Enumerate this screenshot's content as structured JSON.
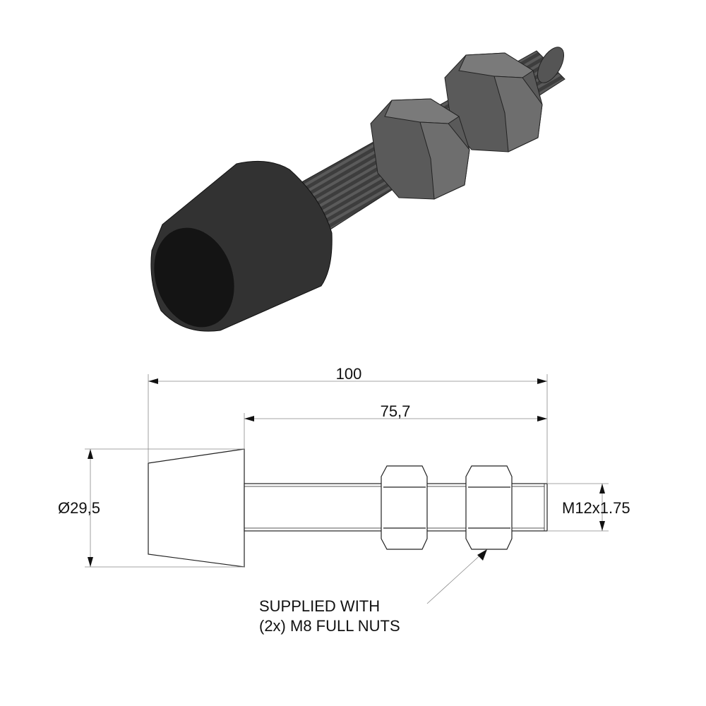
{
  "dimensions": {
    "overall_length": "100",
    "rod_length": "75,7",
    "diameter": "Ø29,5",
    "thread": "M12x1.75"
  },
  "note": {
    "line1": "SUPPLIED WITH",
    "line2": "(2x) M8 FULL NUTS"
  },
  "colors": {
    "bumper": "#1a1a1a",
    "metal": "#5e5e5e",
    "line": "#222222",
    "dim_line": "#888888"
  }
}
